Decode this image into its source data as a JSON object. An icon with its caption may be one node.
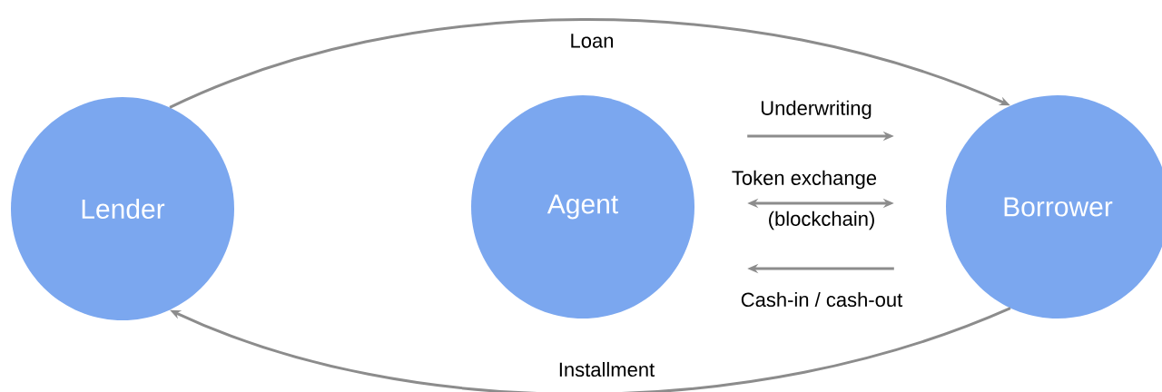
{
  "diagram": {
    "nodes": [
      {
        "text": [
          "Lender"
        ]
      },
      {
        "text": [
          "Agent"
        ]
      },
      {
        "text": [
          "Borrower"
        ]
      }
    ],
    "edges": [
      {
        "from": 0,
        "to": 2,
        "arrow": "to",
        "label": "Loan"
      },
      {
        "from": 1,
        "to": 2,
        "arrow": "to",
        "label": "Underwriting"
      },
      {
        "from": 1,
        "to": 2,
        "arrow": "both",
        "label": "Token exchange"
      },
      {
        "from": 2,
        "to": 1,
        "arrow": "to",
        "label": "Cash-in / cash-out"
      },
      {
        "from": 2,
        "to": 0,
        "arrow": "to",
        "label": "Installment"
      }
    ],
    "labels": [
      "(blockchain)"
    ]
  }
}
